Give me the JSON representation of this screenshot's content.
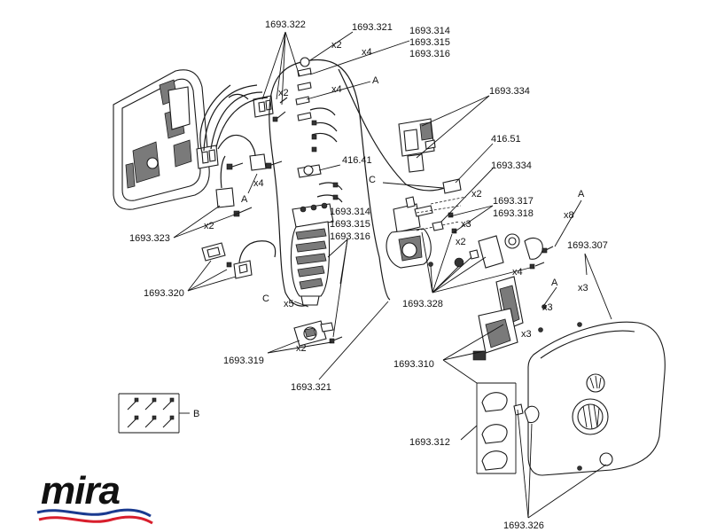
{
  "brand": {
    "logo_text": "mira",
    "wave_colors": [
      "#1a3a8f",
      "#d81e2c"
    ]
  },
  "callouts": {
    "p1693_322": "1693.322",
    "p1693_321_top": "1693.321",
    "p1693_314_top": "1693.314",
    "p1693_315_top": "1693.315",
    "p1693_316_top": "1693.316",
    "p1693_334_a": "1693.334",
    "p416_51": "416.51",
    "p1693_334_b": "1693.334",
    "p416_41": "416.41",
    "p1693_317": "1693.317",
    "p1693_318": "1693.318",
    "p1693_314_mid": "1693.314",
    "p1693_315_mid": "1693.315",
    "p1693_316_mid": "1693.316",
    "p1693_307": "1693.307",
    "p1693_323": "1693.323",
    "p1693_320": "1693.320",
    "p1693_328": "1693.328",
    "p1693_319": "1693.319",
    "p1693_310": "1693.310",
    "p1693_321_bot": "1693.321",
    "p1693_312": "1693.312",
    "p1693_326": "1693.326"
  },
  "quantities": {
    "q_x2_a": "x2",
    "q_x4_a": "x4",
    "q_x2_b": "x2",
    "q_x4_b": "x4",
    "q_x4_c": "x4",
    "q_x2_c": "x2",
    "q_x2_d": "x2",
    "q_x3_a": "x3",
    "q_x2_e": "x2",
    "q_x8": "x8",
    "q_x4_d": "x4",
    "q_x3_b": "x3",
    "q_x3_c": "x3",
    "q_x3_d": "x3",
    "q_x5": "x5",
    "q_x2_f": "x2"
  },
  "reference_letters": {
    "A1": "A",
    "A2": "A",
    "A3": "A",
    "A4": "A",
    "C1": "C",
    "C2": "C",
    "B": "B"
  }
}
